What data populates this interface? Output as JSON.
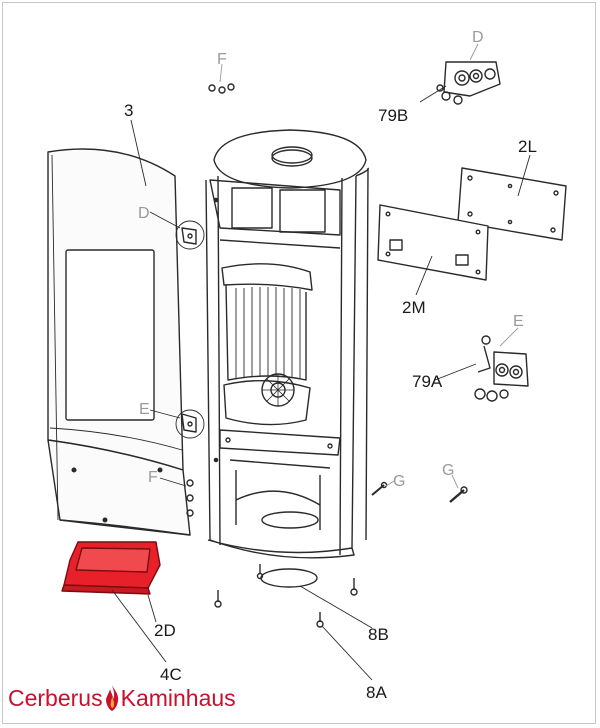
{
  "labels": {
    "part_3": "3",
    "part_2L": "2L",
    "part_2M": "2M",
    "part_79B": "79B",
    "part_79A": "79A",
    "part_2D": "2D",
    "part_4C": "4C",
    "part_8B": "8B",
    "part_8A": "8A",
    "detail_D_top": "D",
    "detail_D_left": "D",
    "detail_E_right": "E",
    "detail_E_left": "E",
    "detail_F_top": "F",
    "detail_F_left": "F",
    "detail_G_left": "G",
    "detail_G_right": "G"
  },
  "brand": {
    "left": "Cerberus",
    "right": "Kaminhaus"
  },
  "colors": {
    "highlight": "#e8202a",
    "brand": "#c8102e",
    "line": "#2a2a2a"
  }
}
